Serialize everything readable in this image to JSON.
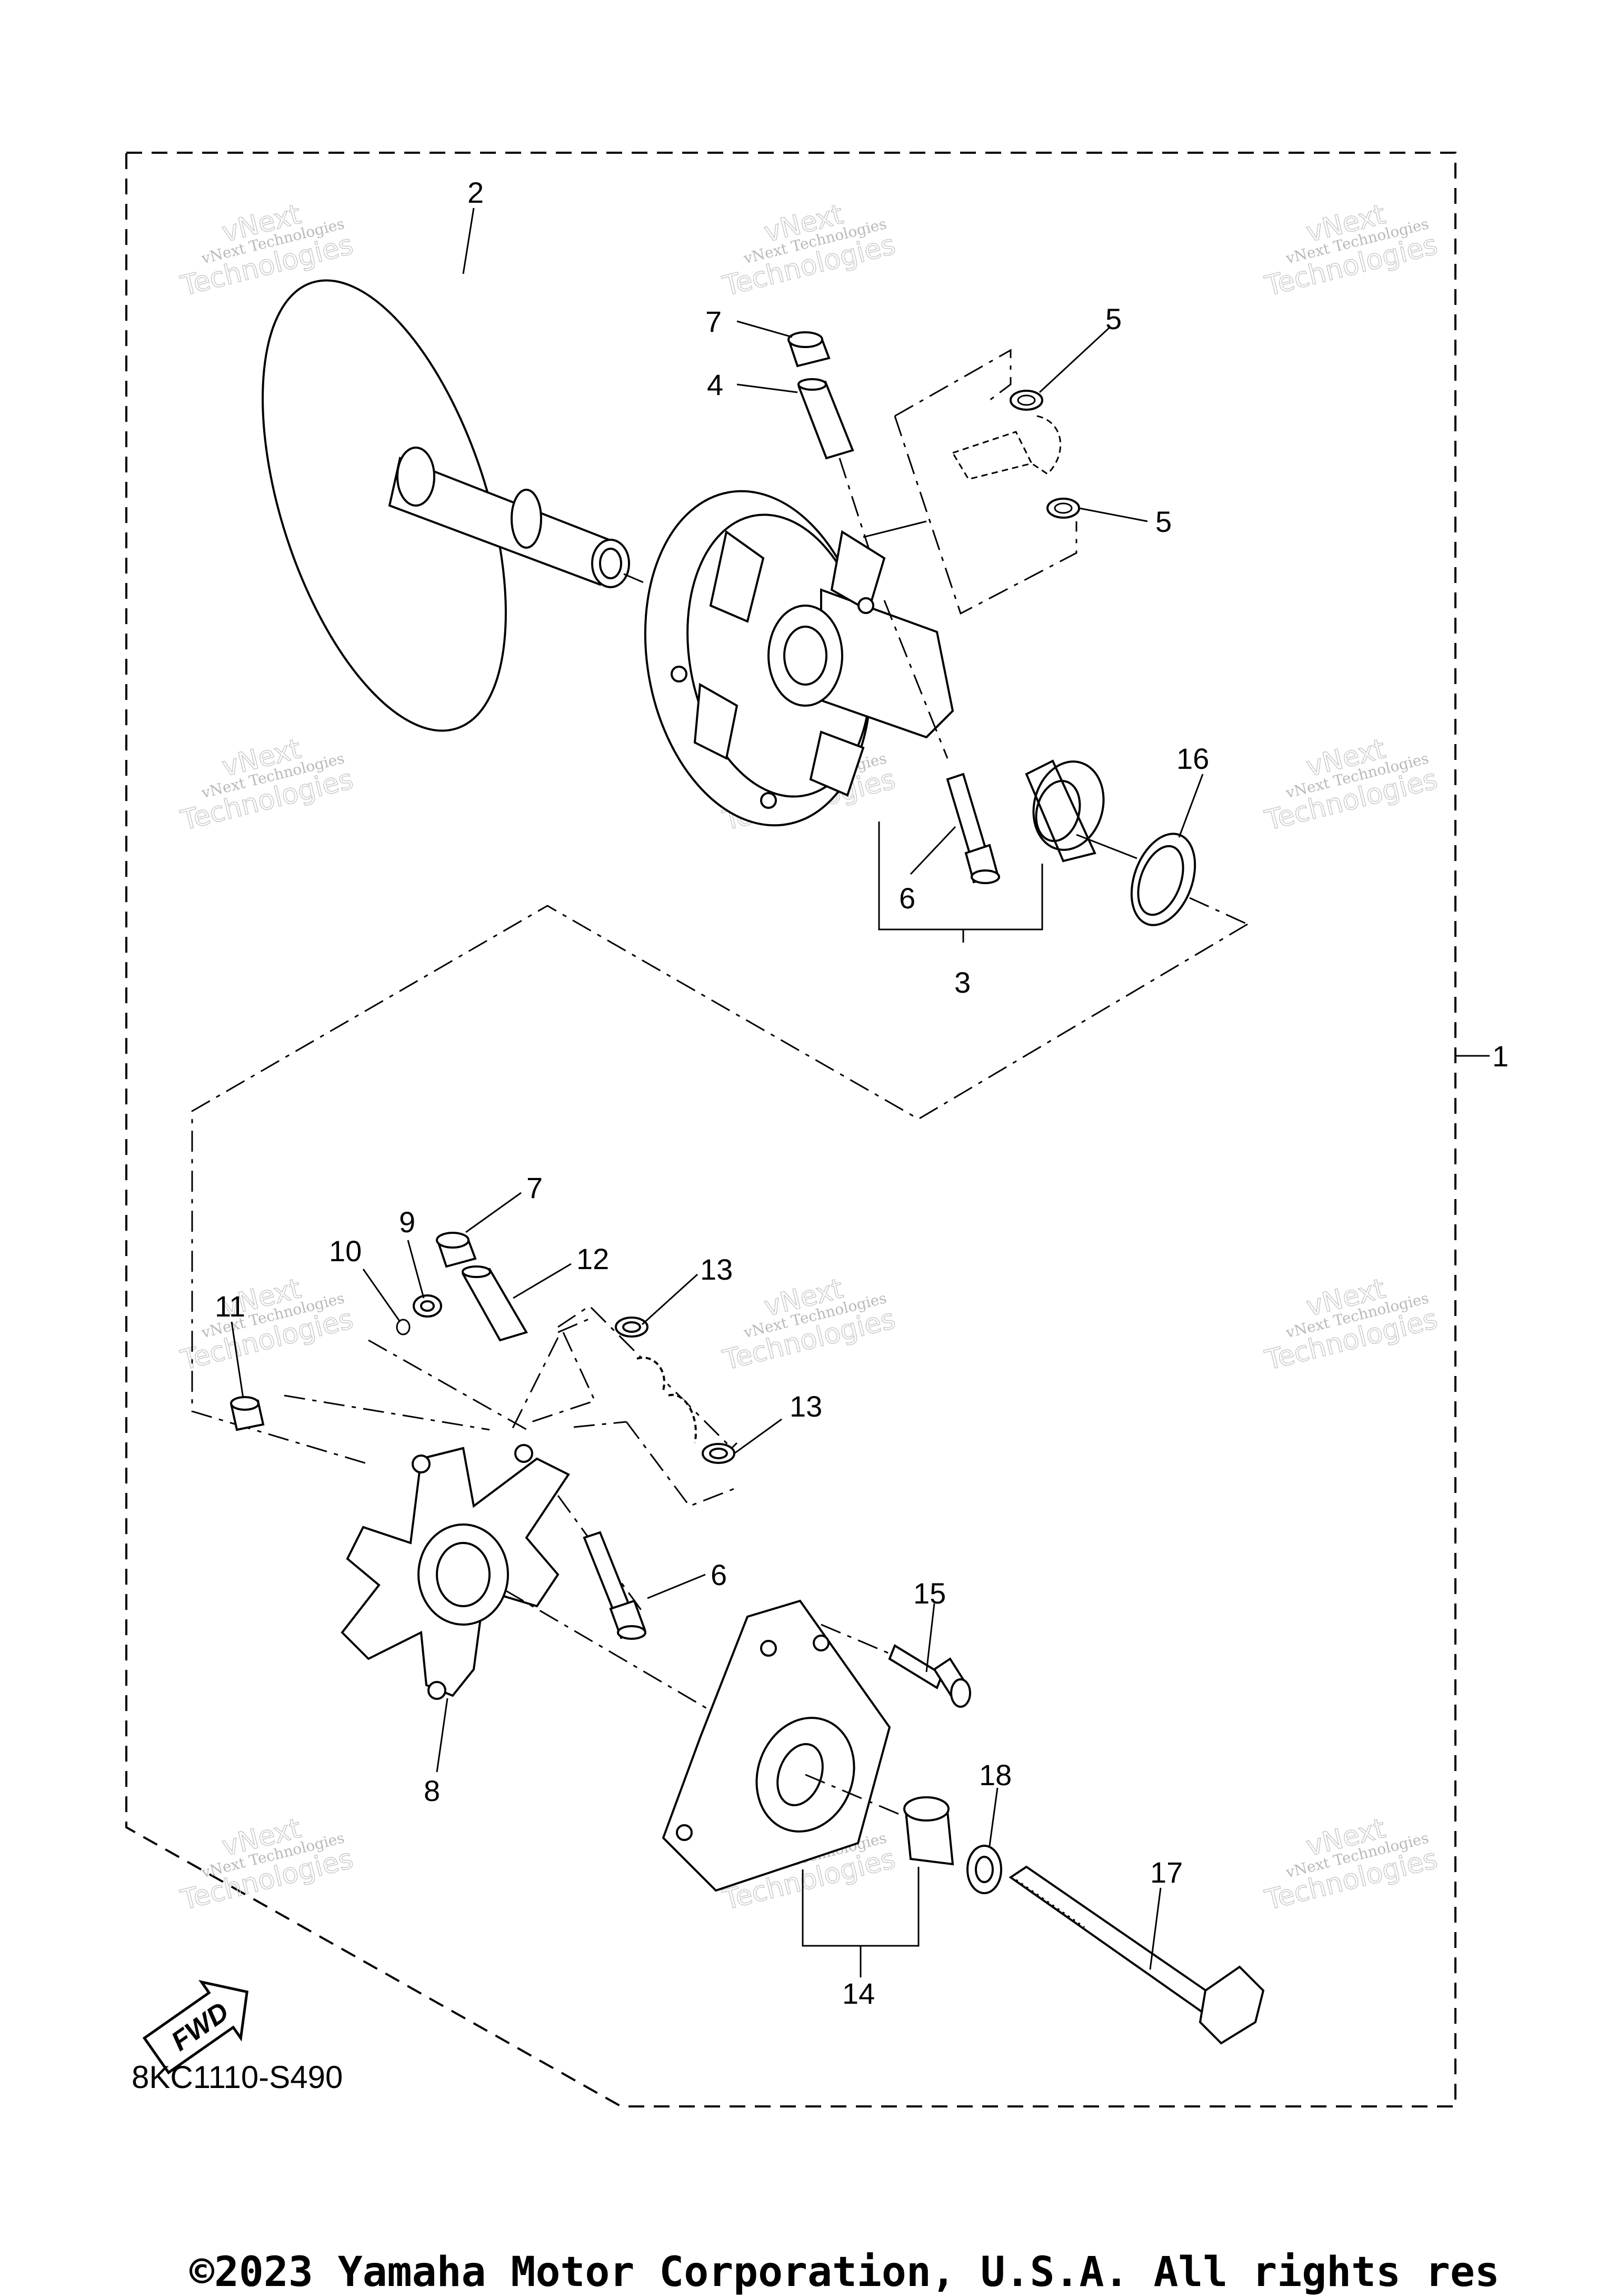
{
  "callouts": {
    "c1": "1",
    "c2": "2",
    "c3": "3",
    "c4": "4",
    "c5a": "5",
    "c5b": "5",
    "c6a": "6",
    "c6b": "6",
    "c7a": "7",
    "c7b": "7",
    "c8": "8",
    "c9": "9",
    "c10": "10",
    "c11": "11",
    "c12": "12",
    "c13a": "13",
    "c13b": "13",
    "c14": "14",
    "c15": "15",
    "c16": "16",
    "c17": "17",
    "c18": "18"
  },
  "diagram_code": "8KC1110-S490",
  "fwd_label": "FWD",
  "watermark": {
    "line1": "vNext",
    "line2": "vNext Technologies",
    "line3": "Technologies"
  },
  "copyright": "©2023 Yamaha Motor Corporation, U.S.A. All rights res"
}
